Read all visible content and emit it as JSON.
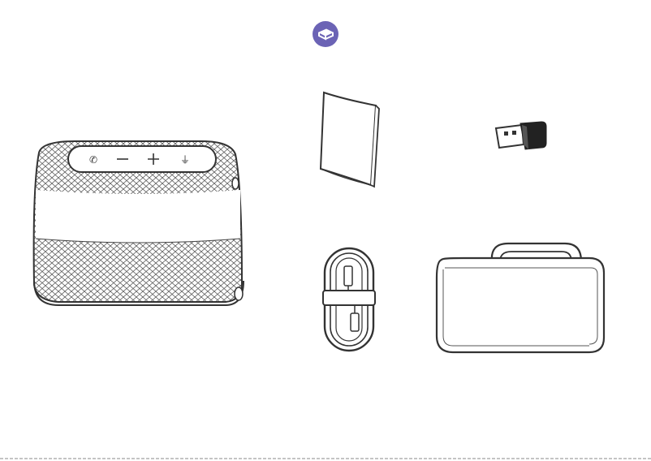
{
  "page": {
    "badge_icon": "book-icon",
    "accent": "#6b63b5",
    "items": [
      {
        "name": "speakerphone",
        "icon": "speakerphone-illustration"
      },
      {
        "name": "quick-start-guide",
        "icon": "booklet-icon"
      },
      {
        "name": "usb-dongle",
        "icon": "usb-dongle-icon"
      },
      {
        "name": "usb-cable",
        "icon": "coiled-cable-icon"
      },
      {
        "name": "carrying-case",
        "icon": "carrying-case-icon"
      }
    ],
    "speaker_buttons": [
      "phone-icon",
      "volume-down-icon",
      "volume-up-icon",
      "mute-icon"
    ]
  }
}
